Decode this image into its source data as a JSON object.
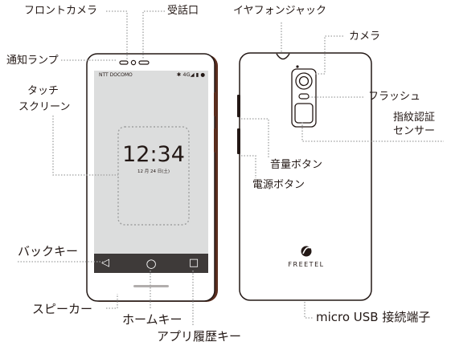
{
  "labels": {
    "front_camera": "フロントカメラ",
    "receiver": "受話口",
    "notification_lamp": "通知ランプ",
    "touchscreen_line1": "タッチ",
    "touchscreen_line2": "スクリーン",
    "back_key": "バックキー",
    "speaker": "スピーカー",
    "home_key": "ホームキー",
    "recent_apps_key": "アプリ履歴キー",
    "headphone_jack": "イヤフォンジャック",
    "camera": "カメラ",
    "flash": "フラッシュ",
    "fingerprint_line1": "指紋認証",
    "fingerprint_line2": "センサー",
    "volume_button": "音量ボタン",
    "power_button": "電源ボタン",
    "micro_usb": "micro USB 接続端子"
  },
  "screen": {
    "carrier": "NTT DOCOMO",
    "status_icons": "✱ 4G◢ ▮ ●",
    "time": "12:34",
    "date": "12 月 24 日(土)"
  },
  "nav_icons": {
    "back": "◁",
    "home": "○",
    "recent": "□"
  },
  "back_side": {
    "brand": "FREETEL"
  },
  "colors": {
    "phone_body": "#ffffff",
    "phone_border": "#231815",
    "screen_bg": "#dcdddd",
    "navbar_bg": "#3e3a39",
    "brown_edge": "#5a2d1e",
    "leader_line": "#9fa0a0"
  }
}
